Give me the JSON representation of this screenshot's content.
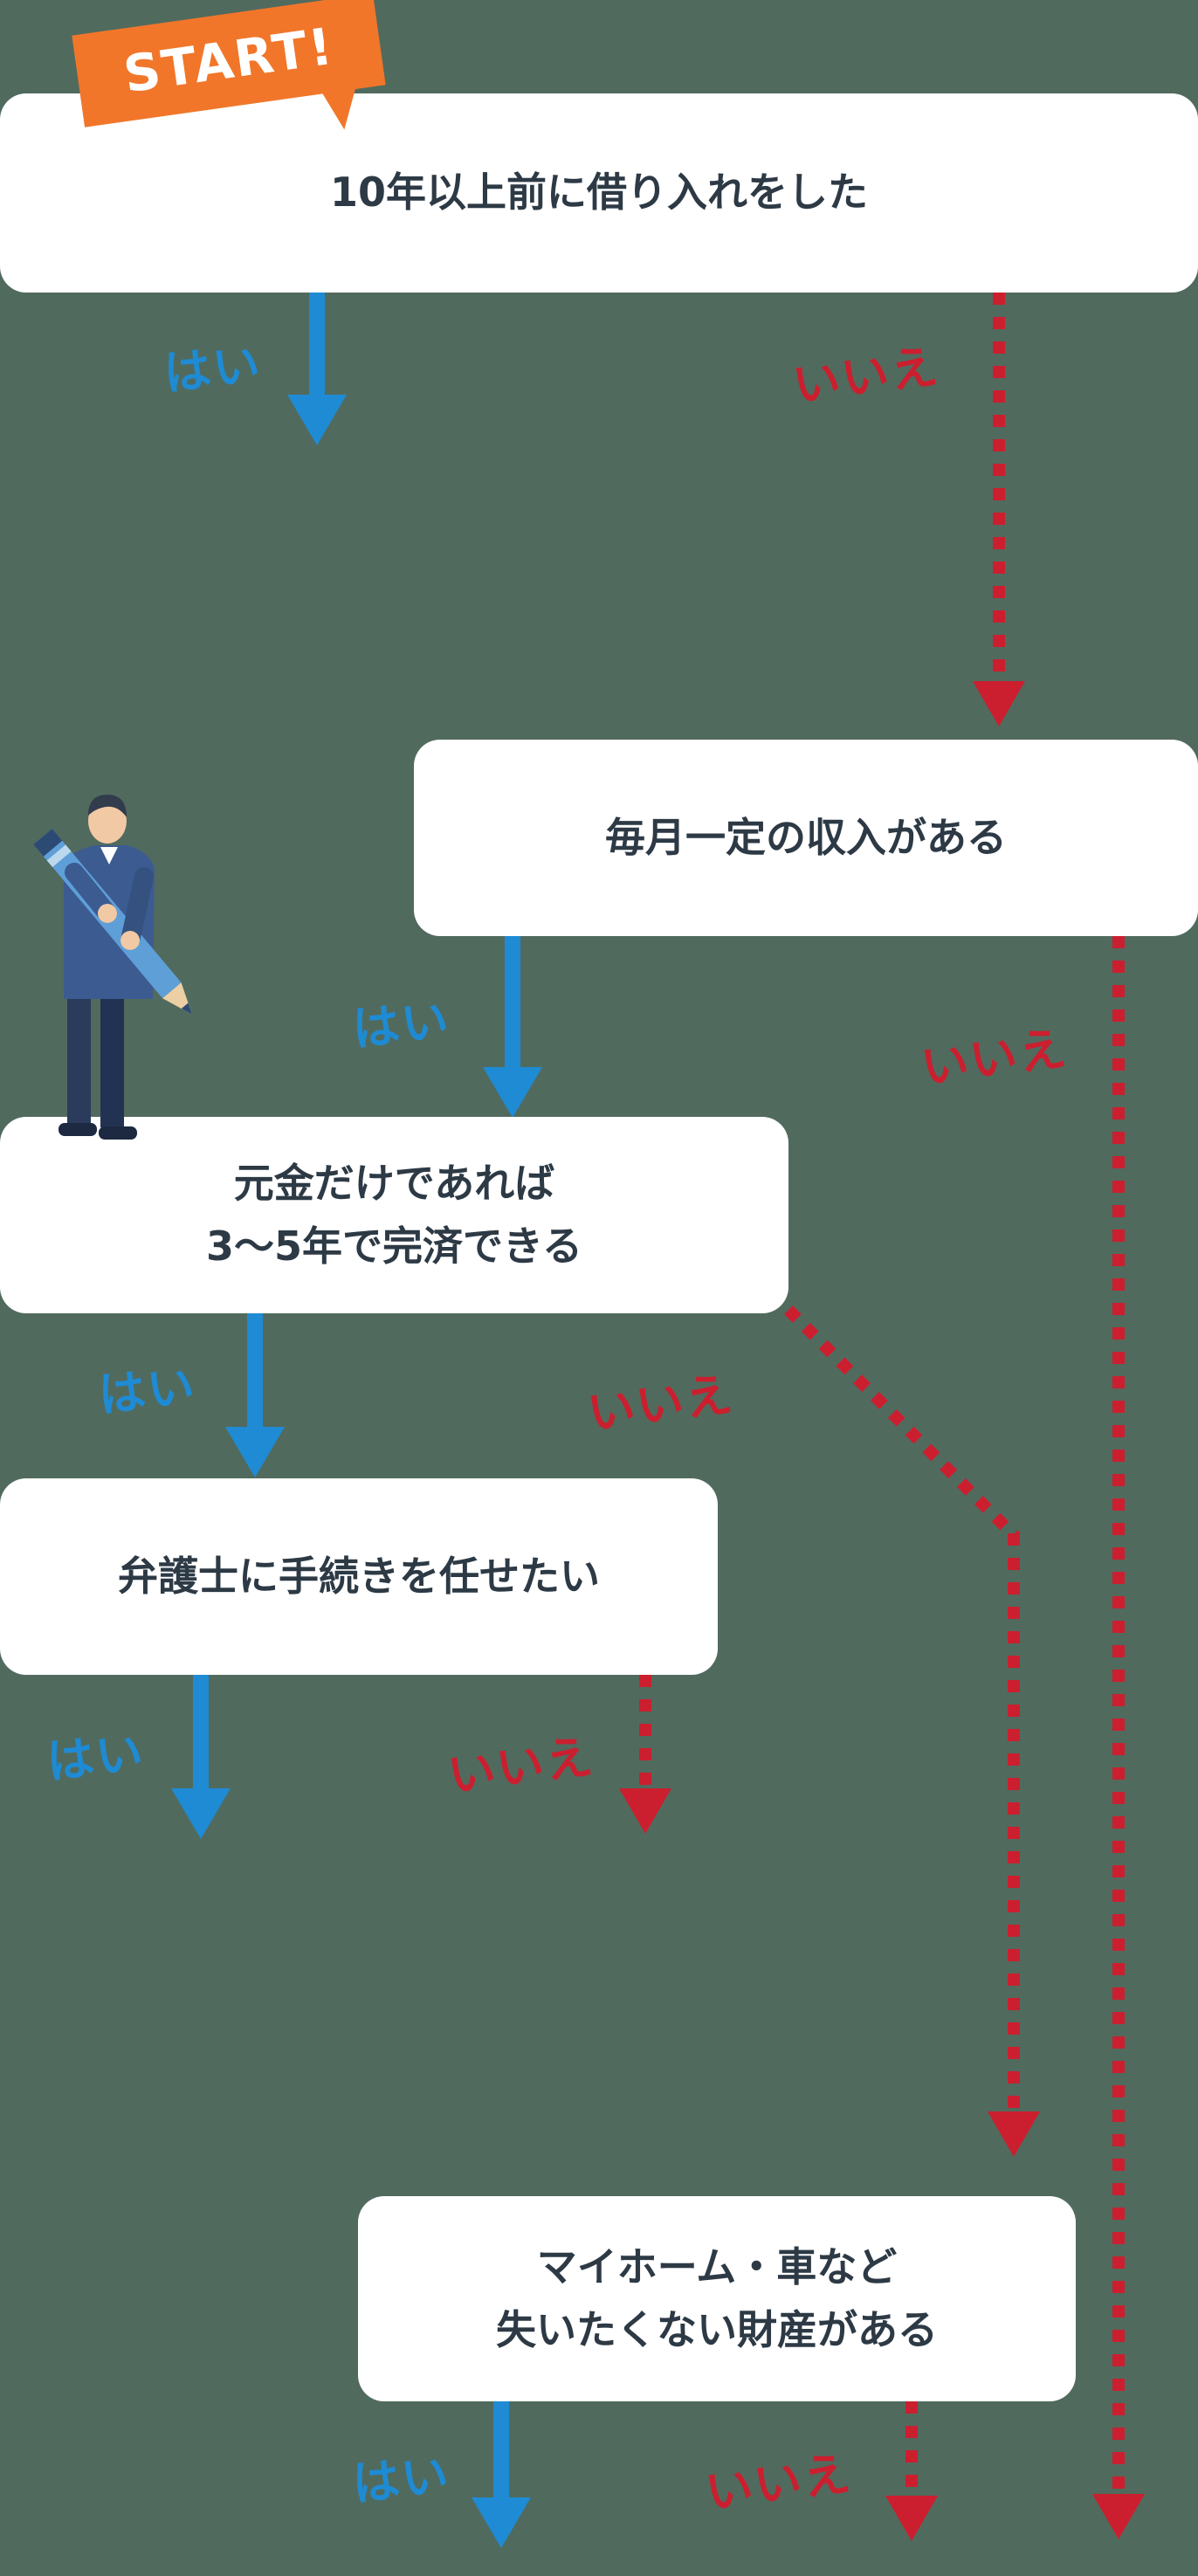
{
  "colors": {
    "bg": "#516a5e",
    "yes": "#1e8bd4",
    "no": "#cb1f2f",
    "banner": "#f1762a",
    "box-bg": "#ffffff",
    "box-text": "#2d3a45"
  },
  "start": {
    "label": "START!"
  },
  "answers": {
    "yes": "はい",
    "no": "いいえ"
  },
  "nodes": [
    {
      "text": "10年以上前に借り入れをした"
    },
    {
      "text": "毎月一定の収入がある"
    },
    {
      "line1": "元金だけであれば",
      "line2": "3〜5年で完済できる"
    },
    {
      "text": "弁護士に手続きを任せたい"
    },
    {
      "line1": "マイホーム・車など",
      "line2": "失いたくない財産がある"
    }
  ]
}
